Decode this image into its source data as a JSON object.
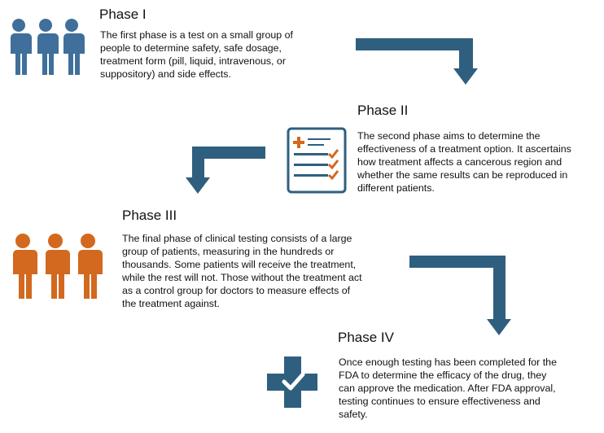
{
  "colors": {
    "people_blue": "#3f6f9a",
    "people_orange": "#d2691e",
    "arrow": "#2f5f7f",
    "checklist_border": "#2f5f7f",
    "check": "#d2691e",
    "cross": "#d2691e",
    "badge": "#2f5f7f"
  },
  "phases": [
    {
      "title": "Phase I",
      "text_lines": [
        "The first phase is a test on a small group of",
        "people to determine safety, safe dosage,",
        "treatment form (pill, liquid, intravenous, or",
        "suppository) and side effects."
      ],
      "icon": "three-people-icon"
    },
    {
      "title": "Phase II",
      "text_lines": [
        "The second phase aims to determine the",
        "effectiveness of a treatment option. It ascertains",
        "how treatment affects a cancerous region and",
        "whether the same results can be reproduced in",
        "different patients."
      ],
      "icon": "medical-checklist-icon"
    },
    {
      "title": "Phase III",
      "text_lines": [
        "The final phase of clinical testing consists of a large",
        "group of patients, measuring in the hundreds or",
        "thousands. Some patients will receive the treatment,",
        "while the rest will not. Those without the treatment act",
        "as a control group for doctors to measure effects of",
        "the treatment against."
      ],
      "icon": "three-people-icon"
    },
    {
      "title": "Phase IV",
      "text_lines": [
        "Once enough testing has been completed for the",
        "FDA to determine the efficacy of the drug, they",
        "can approve the medication. After FDA approval,",
        "testing continues to ensure effectiveness and",
        "safety."
      ],
      "icon": "cross-check-icon"
    }
  ]
}
